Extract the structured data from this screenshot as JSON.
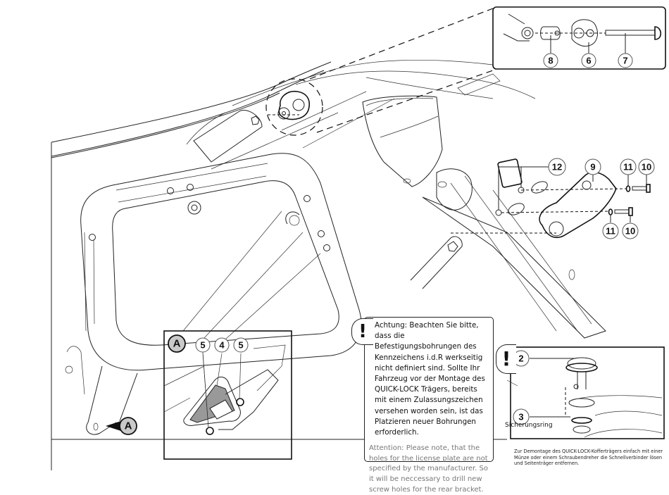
{
  "diagram": {
    "type": "assembly-instruction",
    "subject": "QUICK-LOCK side carrier mounting (motorcycle rear)",
    "callouts": {
      "top_detail": [
        "8",
        "6",
        "7"
      ],
      "rear_bracket": [
        "12",
        "9",
        "11",
        "10",
        "11",
        "10"
      ],
      "detail_a": [
        "5",
        "4",
        "5"
      ],
      "quick_release": [
        "2",
        "3"
      ]
    },
    "detail_markers": {
      "detail_a_letter": "A",
      "frame_pointer_letter": "A"
    },
    "icons": {
      "warning": "!",
      "warning_2": "!"
    }
  },
  "warning": {
    "german": "Achtung: Beachten Sie bitte, dass die Befestigungsbohrungen des Kennzeichens i.d.R werkseitig nicht definiert sind. Sollte Ihr Fahrzeug vor der Montage des QUICK-LOCK Trägers, bereits mit einem Zulassungszeichen versehen worden sein, ist das Platzieren neuer Bohrungen erforderlich.",
    "english": "Attention: Please note, that the holes for the license plate are not specified by the manufacturer. So it will be neccessary to drill new screw holes for the rear bracket."
  },
  "quick_release": {
    "ring_label": "Sicherungsring",
    "note": "Zur Demontage des QUICK-LOCK-Kofferträgers einfach mit einer Münze oder einem Schraubendreher die Schnellverbinder lösen und Seitenträger entfernen."
  }
}
